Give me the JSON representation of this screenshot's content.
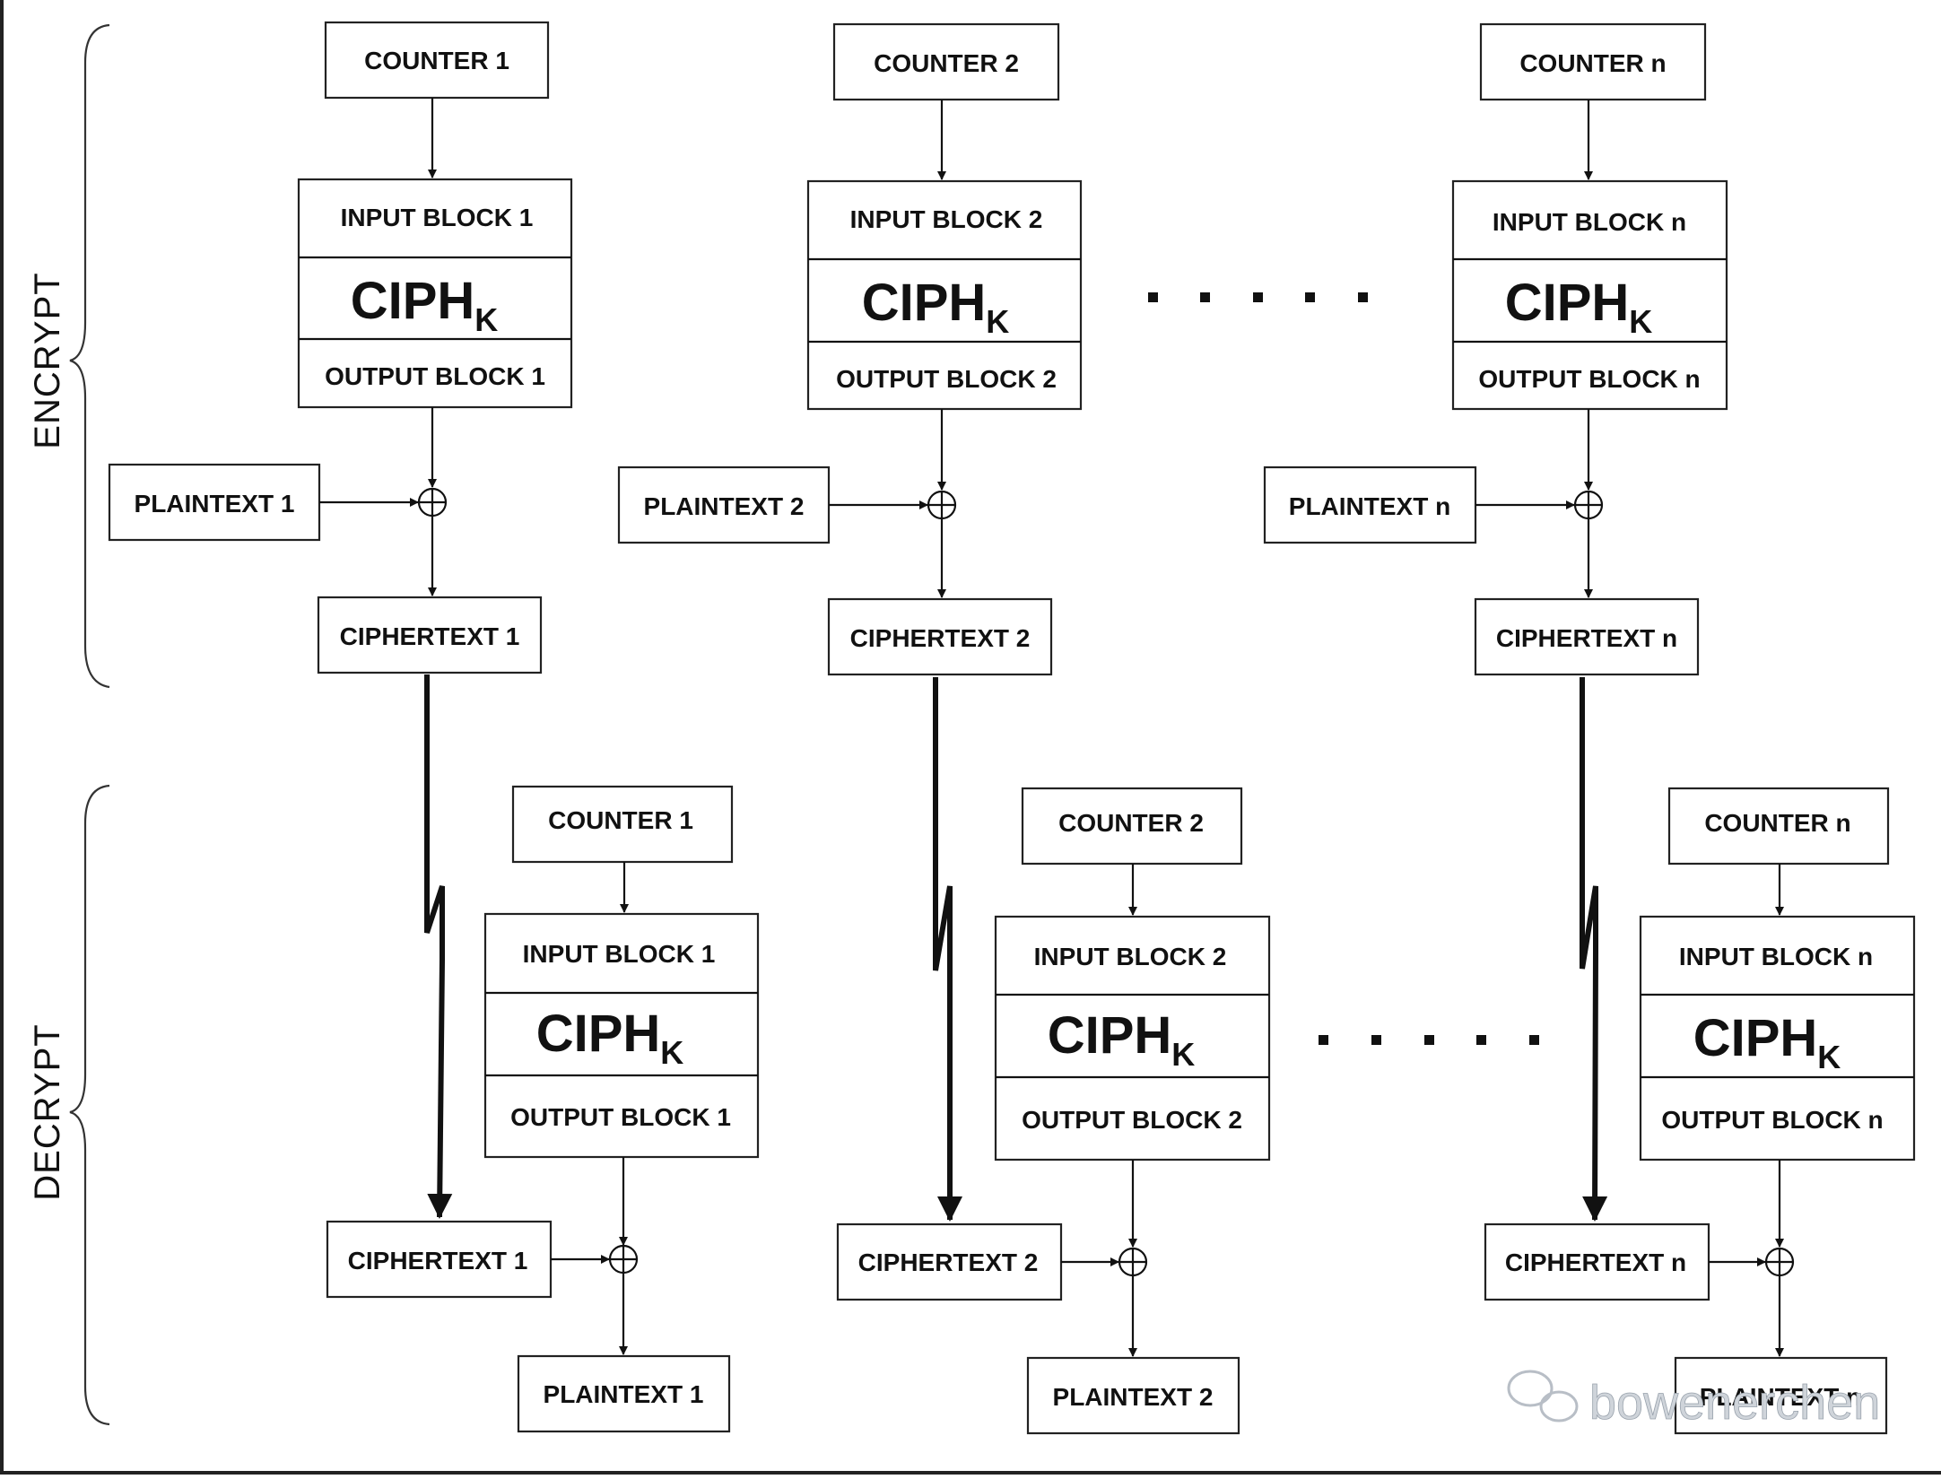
{
  "sections": {
    "encrypt": "ENCRYPT",
    "decrypt": "DECRYPT"
  },
  "encrypt_columns": [
    {
      "counter": "COUNTER 1",
      "input_block": "INPUT BLOCK 1",
      "cipher": "CIPH",
      "cipher_sub": "K",
      "output_block": "OUTPUT BLOCK 1",
      "plaintext": "PLAINTEXT 1",
      "ciphertext": "CIPHERTEXT 1"
    },
    {
      "counter": "COUNTER 2",
      "input_block": "INPUT BLOCK 2",
      "cipher": "CIPH",
      "cipher_sub": "K",
      "output_block": "OUTPUT BLOCK 2",
      "plaintext": "PLAINTEXT 2",
      "ciphertext": "CIPHERTEXT 2"
    },
    {
      "counter": "COUNTER n",
      "input_block": "INPUT BLOCK n",
      "cipher": "CIPH",
      "cipher_sub": "K",
      "output_block": "OUTPUT BLOCK n",
      "plaintext": "PLAINTEXT n",
      "ciphertext": "CIPHERTEXT n"
    }
  ],
  "decrypt_columns": [
    {
      "counter": "COUNTER 1",
      "input_block": "INPUT BLOCK 1",
      "cipher": "CIPH",
      "cipher_sub": "K",
      "output_block": "OUTPUT BLOCK 1",
      "ciphertext": "CIPHERTEXT 1",
      "plaintext": "PLAINTEXT 1"
    },
    {
      "counter": "COUNTER 2",
      "input_block": "INPUT BLOCK 2",
      "cipher": "CIPH",
      "cipher_sub": "K",
      "output_block": "OUTPUT BLOCK 2",
      "ciphertext": "CIPHERTEXT 2",
      "plaintext": "PLAINTEXT 2"
    },
    {
      "counter": "COUNTER n",
      "input_block": "INPUT BLOCK n",
      "cipher": "CIPH",
      "cipher_sub": "K",
      "output_block": "OUTPUT BLOCK n",
      "ciphertext": "CIPHERTEXT n",
      "plaintext": "PLAINTEXT n"
    }
  ],
  "watermark": "bowenerchen"
}
